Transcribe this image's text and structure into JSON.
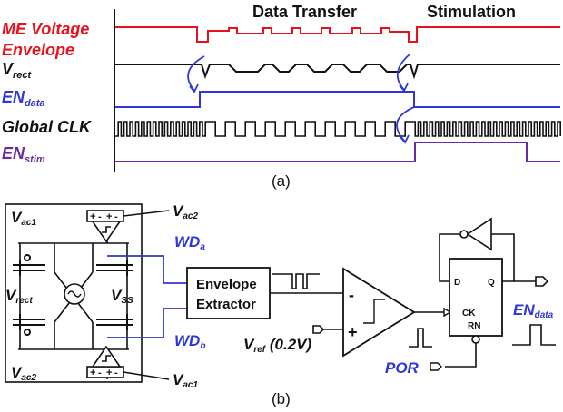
{
  "colors": {
    "red": "#e8101a",
    "blue": "#2e36d9",
    "purple": "#6a2aa1",
    "black": "#111111"
  },
  "panel_a": {
    "header_data_transfer": "Data Transfer",
    "header_stimulation": "Stimulation",
    "sig_me_line1": "ME Voltage",
    "sig_me_line2": "Envelope",
    "sig_vrect_main": "V",
    "sig_vrect_sub": "rect",
    "sig_endata_main": "EN",
    "sig_endata_sub": "data",
    "sig_clk": "Global CLK",
    "sig_enstim_main": "EN",
    "sig_enstim_sub": "stim",
    "caption": "(a)"
  },
  "panel_b": {
    "vac1_main": "V",
    "vac1_sub": "ac1",
    "vac2_main": "V",
    "vac2_sub": "ac2",
    "vac2b_main": "V",
    "vac2b_sub": "ac2",
    "vac1b_main": "V",
    "vac1b_sub": "ac1",
    "vrect_main": "V",
    "vrect_sub": "rect",
    "vss_main": "V",
    "vss_sub": "SS",
    "wda_main": "WD",
    "wda_sub": "a",
    "wdb_main": "WD",
    "wdb_sub": "b",
    "envelope_line1": "Envelope",
    "envelope_line2": "Extractor",
    "minus": "-",
    "plus": "+",
    "vref": "V",
    "vref_sub": "ref",
    "vref_val": " (0.2V)",
    "ff_d": "D",
    "ff_q": "Q",
    "ff_ck": "CK",
    "ff_rn": "RN",
    "por": "POR",
    "endata_main": "EN",
    "endata_sub": "data",
    "caption": "(b)"
  }
}
